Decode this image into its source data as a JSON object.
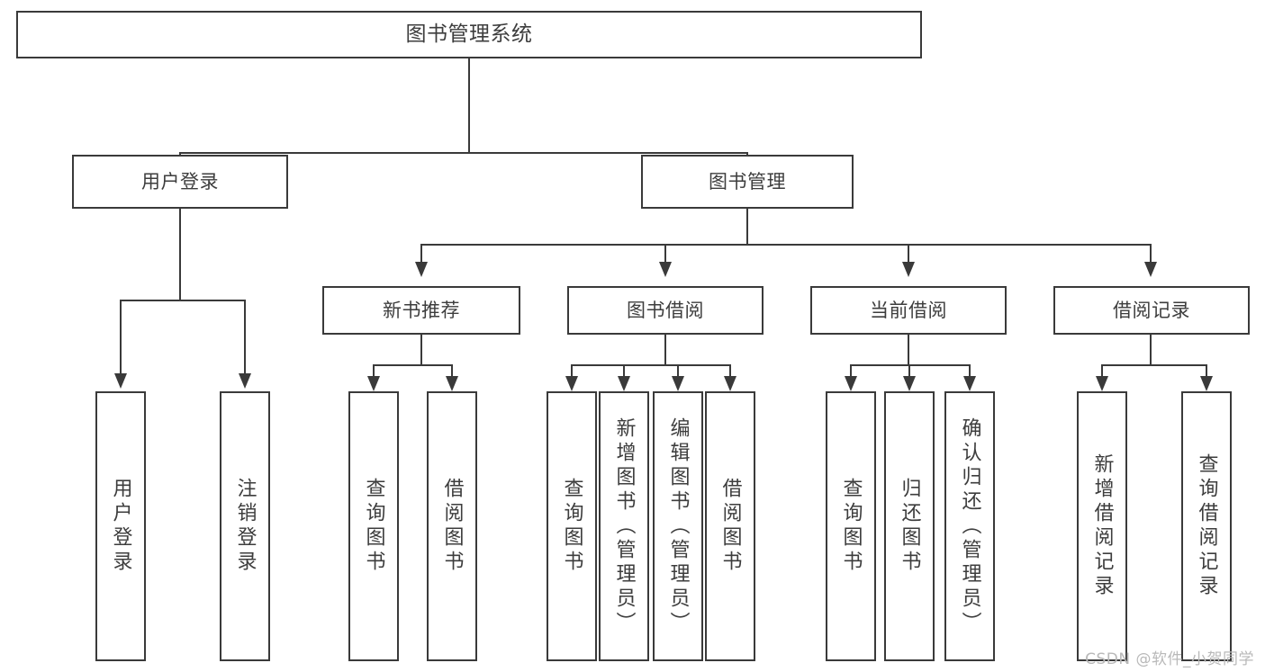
{
  "diagram": {
    "title": "图书管理系统",
    "watermark": "CSDN @软件_小贺同学",
    "stroke_color": "#3a3a3a",
    "text_color": "#3d3d3d",
    "background_color": "#ffffff"
  },
  "nodes": {
    "root": {
      "label": "图书管理系统"
    },
    "level1": [
      {
        "label": "用户登录"
      },
      {
        "label": "图书管理"
      }
    ],
    "level2": [
      {
        "label": "新书推荐"
      },
      {
        "label": "图书借阅"
      },
      {
        "label": "当前借阅"
      },
      {
        "label": "借阅记录"
      }
    ],
    "leaves": {
      "user_login": [
        {
          "label": "用户登录"
        },
        {
          "label": "注销登录"
        }
      ],
      "new_book_recommend": [
        {
          "label": "查询图书"
        },
        {
          "label": "借阅图书"
        }
      ],
      "book_borrow": [
        {
          "label": "查询图书"
        },
        {
          "label": "新增图书（管理员）"
        },
        {
          "label": "编辑图书（管理员）"
        },
        {
          "label": "借阅图书"
        }
      ],
      "current_borrow": [
        {
          "label": "查询图书"
        },
        {
          "label": "归还图书"
        },
        {
          "label": "确认归还（管理员）"
        }
      ],
      "borrow_record": [
        {
          "label": "新增借阅记录"
        },
        {
          "label": "查询借阅记录"
        }
      ]
    }
  },
  "chart_data": {
    "type": "tree",
    "title": "图书管理系统",
    "root": "图书管理系统",
    "edges": [
      {
        "from": "图书管理系统",
        "to": "用户登录"
      },
      {
        "from": "图书管理系统",
        "to": "图书管理"
      },
      {
        "from": "用户登录",
        "to": "用户登录"
      },
      {
        "from": "用户登录",
        "to": "注销登录"
      },
      {
        "from": "图书管理",
        "to": "新书推荐"
      },
      {
        "from": "图书管理",
        "to": "图书借阅"
      },
      {
        "from": "图书管理",
        "to": "当前借阅"
      },
      {
        "from": "图书管理",
        "to": "借阅记录"
      },
      {
        "from": "新书推荐",
        "to": "查询图书"
      },
      {
        "from": "新书推荐",
        "to": "借阅图书"
      },
      {
        "from": "图书借阅",
        "to": "查询图书"
      },
      {
        "from": "图书借阅",
        "to": "新增图书（管理员）"
      },
      {
        "from": "图书借阅",
        "to": "编辑图书（管理员）"
      },
      {
        "from": "图书借阅",
        "to": "借阅图书"
      },
      {
        "from": "当前借阅",
        "to": "查询图书"
      },
      {
        "from": "当前借阅",
        "to": "归还图书"
      },
      {
        "from": "当前借阅",
        "to": "确认归还（管理员）"
      },
      {
        "from": "借阅记录",
        "to": "新增借阅记录"
      },
      {
        "from": "借阅记录",
        "to": "查询借阅记录"
      }
    ],
    "depth": 4,
    "node_count": 20
  }
}
